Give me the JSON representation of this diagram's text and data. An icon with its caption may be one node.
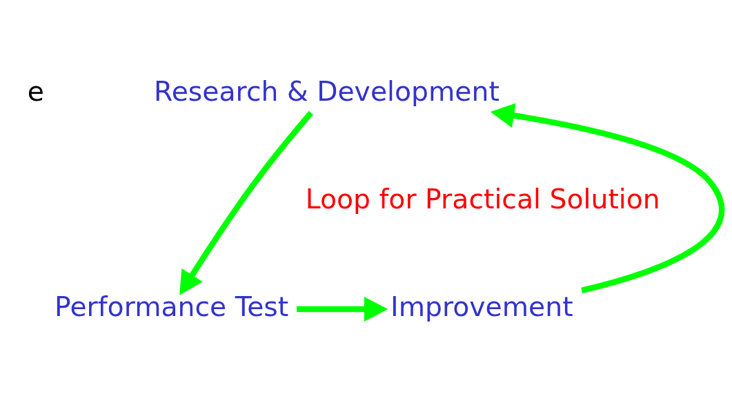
{
  "diagram": {
    "nodes": [
      {
        "text": [
          "Research & Development"
        ]
      },
      {
        "text": [
          "Performance Test"
        ]
      },
      {
        "text": [
          "Improvement"
        ]
      }
    ],
    "edges": [
      {
        "from": 0,
        "to": 1,
        "arrow": "to"
      },
      {
        "from": 1,
        "to": 2,
        "arrow": "to"
      },
      {
        "from": 2,
        "to": 0,
        "arrow": "to"
      }
    ],
    "labels": [
      "e",
      "Loop for Practical Solution"
    ]
  }
}
